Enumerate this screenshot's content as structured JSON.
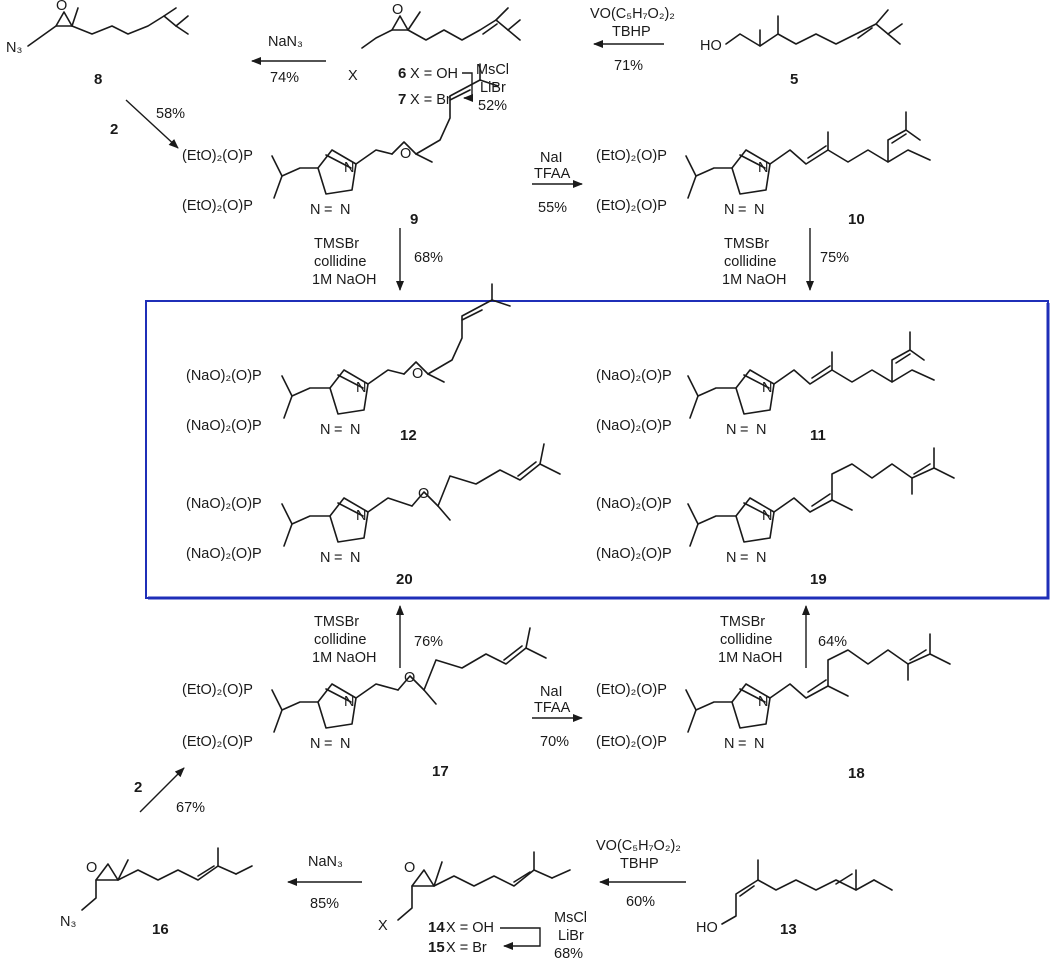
{
  "frame_color": "#1f2fb8",
  "labels": {
    "n3": "N₃",
    "x": "X",
    "ho": "HO",
    "o": "O",
    "n": "N",
    "eq": "=",
    "et_p": "(EtO)₂(O)P",
    "na_p": "(NaO)₂(O)P"
  },
  "compounds": {
    "c2": "2",
    "c5": "5",
    "c6": "6",
    "c7": "7",
    "c8": "8",
    "c9": "9",
    "c10": "10",
    "c11": "11",
    "c12": "12",
    "c13": "13",
    "c14": "14",
    "c15": "15",
    "c16": "16",
    "c17": "17",
    "c18": "18",
    "c19": "19",
    "c20": "20",
    "x_oh": "X = OH",
    "x_br": "X = Br"
  },
  "reagents": {
    "vo": "VO(C₅H₇O₂)₂",
    "tbhp": "TBHP",
    "nan3": "NaN₃",
    "mscl": "MsCl",
    "libr": "LiBr",
    "nai": "NaI",
    "tfaa": "TFAA",
    "tmsbr": "TMSBr",
    "collidine": "collidine",
    "naoh": "1M NaOH"
  },
  "yields": {
    "y71": "71%",
    "y74": "74%",
    "y52": "52%",
    "y58": "58%",
    "y55": "55%",
    "y68": "68%",
    "y75": "75%",
    "y76": "76%",
    "y64": "64%",
    "y70": "70%",
    "y67": "67%",
    "y85": "85%",
    "y60": "60%",
    "y68b": "68%"
  }
}
